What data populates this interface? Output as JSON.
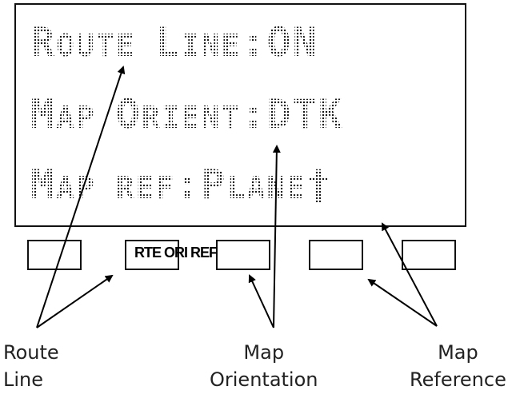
{
  "display": {
    "line1": {
      "label_cap": "R",
      "label_rest": "OUTE ",
      "label2_cap": "L",
      "label2_rest": "INE",
      "sep": ":",
      "value": "ON"
    },
    "line2": {
      "label_cap": "M",
      "label_rest": "AP ",
      "label2_cap": "O",
      "label2_rest": "RIENT",
      "sep": ":",
      "value": "DTK"
    },
    "line3": {
      "label_cap": "M",
      "label_rest": "AP ",
      "label2_rest": "REF",
      "sep": ":",
      "value_cap": "P",
      "value_rest": "LANE",
      "symbol": "†"
    }
  },
  "soft_keys": {
    "strip_text": "RTE ORI REF"
  },
  "callouts": {
    "route_line": [
      "Route",
      "Line"
    ],
    "map_orientation": [
      "Map",
      "Orientation"
    ],
    "map_reference": [
      "Map",
      "Reference"
    ]
  }
}
